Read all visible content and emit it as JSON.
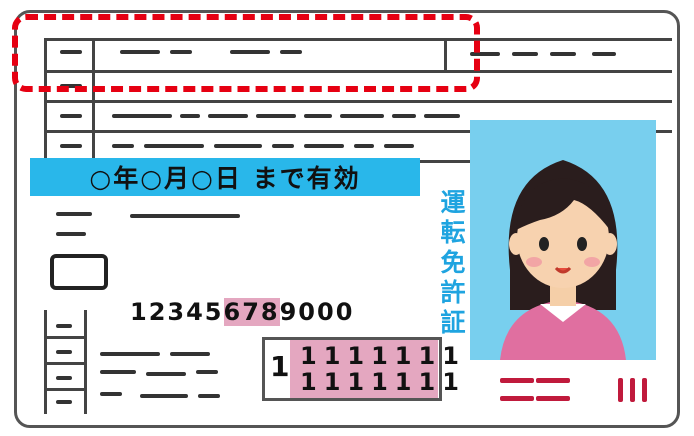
{
  "license_card": {
    "validity_text": "○年○月○日 まで有効",
    "vertical_title": [
      "運",
      "転",
      "免",
      "許",
      "証"
    ],
    "license_number": {
      "plain": "12345",
      "highlighted": "678",
      "rest": "9000"
    },
    "tally_marks": {
      "left_mark": "1",
      "top_row": "1111111",
      "bottom_row": "1111111"
    }
  },
  "colors": {
    "validity_band": "#29b7ea",
    "vertical_title": "#1fa4e0",
    "photo_background": "#78cfee",
    "highlight_pink": "#e4a7c0",
    "stamp_red": "#c01a3c",
    "annotation_dash": "#e60012"
  }
}
